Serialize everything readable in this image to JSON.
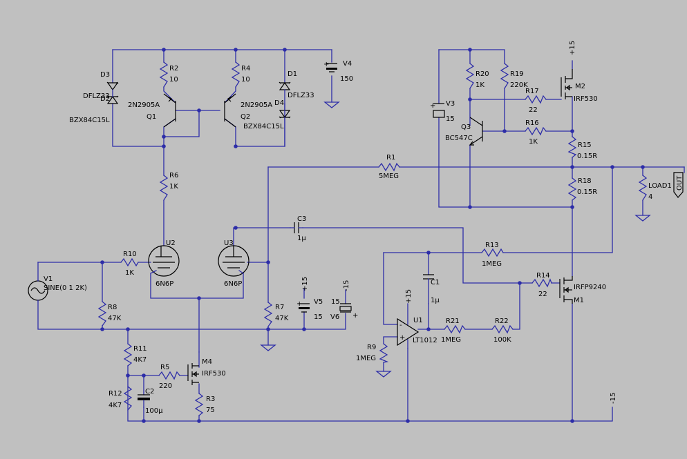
{
  "palette": {
    "background": "#c0c0c0",
    "wire": "#2d2da8",
    "component": "#000000"
  },
  "components": {
    "V1": {
      "ref": "V1",
      "value": "SINE(0 1 2K)"
    },
    "V3": {
      "ref": "V3",
      "value": "15"
    },
    "V4": {
      "ref": "V4",
      "value": "150"
    },
    "V5": {
      "ref": "V5",
      "value": "15"
    },
    "V6": {
      "ref": "V6",
      "value": "15"
    },
    "D1": {
      "ref": "D1",
      "value": "DFLZ33"
    },
    "D2": {
      "ref": "D2",
      "value": "BZX84C15L"
    },
    "D3": {
      "ref": "D3",
      "value": "DFLZ33"
    },
    "D4": {
      "ref": "D4",
      "value": "BZX84C15L"
    },
    "Q1": {
      "ref": "Q1",
      "value": "2N2905A"
    },
    "Q2": {
      "ref": "Q2",
      "value": "2N2905A"
    },
    "Q3": {
      "ref": "Q3",
      "value": "BC547C"
    },
    "M1": {
      "ref": "M1",
      "value": "IRFP9240"
    },
    "M2": {
      "ref": "M2",
      "value": "IRF530"
    },
    "M4": {
      "ref": "M4",
      "value": "IRF530"
    },
    "U1": {
      "ref": "U1",
      "value": "LT1012"
    },
    "U2": {
      "ref": "U2",
      "value": "6N6P"
    },
    "U3": {
      "ref": "U3",
      "value": "6N6P"
    },
    "C1": {
      "ref": "C1",
      "value": "1µ"
    },
    "C2": {
      "ref": "C2",
      "value": "100µ"
    },
    "C3": {
      "ref": "C3",
      "value": "1µ"
    },
    "R1": {
      "ref": "R1",
      "value": "5MEG"
    },
    "R2": {
      "ref": "R2",
      "value": "10"
    },
    "R3": {
      "ref": "R3",
      "value": "75"
    },
    "R4": {
      "ref": "R4",
      "value": "10"
    },
    "R5": {
      "ref": "R5",
      "value": "220"
    },
    "R6": {
      "ref": "R6",
      "value": "1K"
    },
    "R7": {
      "ref": "R7",
      "value": "47K"
    },
    "R8": {
      "ref": "R8",
      "value": "47K"
    },
    "R9": {
      "ref": "R9",
      "value": "1MEG"
    },
    "R10": {
      "ref": "R10",
      "value": "1K"
    },
    "R11": {
      "ref": "R11",
      "value": "4K7"
    },
    "R12": {
      "ref": "R12",
      "value": "4K7"
    },
    "R13": {
      "ref": "R13",
      "value": "1MEG"
    },
    "R14": {
      "ref": "R14",
      "value": "22"
    },
    "R15": {
      "ref": "R15",
      "value": "0.15R"
    },
    "R16": {
      "ref": "R16",
      "value": "1K"
    },
    "R17": {
      "ref": "R17",
      "value": "22"
    },
    "R18": {
      "ref": "R18",
      "value": "0.15R"
    },
    "R19": {
      "ref": "R19",
      "value": "220K"
    },
    "R20": {
      "ref": "R20",
      "value": "1K"
    },
    "R21": {
      "ref": "R21",
      "value": "1MEG"
    },
    "R22": {
      "ref": "R22",
      "value": "100K"
    },
    "LOAD1": {
      "ref": "LOAD1",
      "value": "4"
    }
  },
  "nets": {
    "plus15": "+15",
    "minus15": "-15",
    "out": "OUT"
  }
}
